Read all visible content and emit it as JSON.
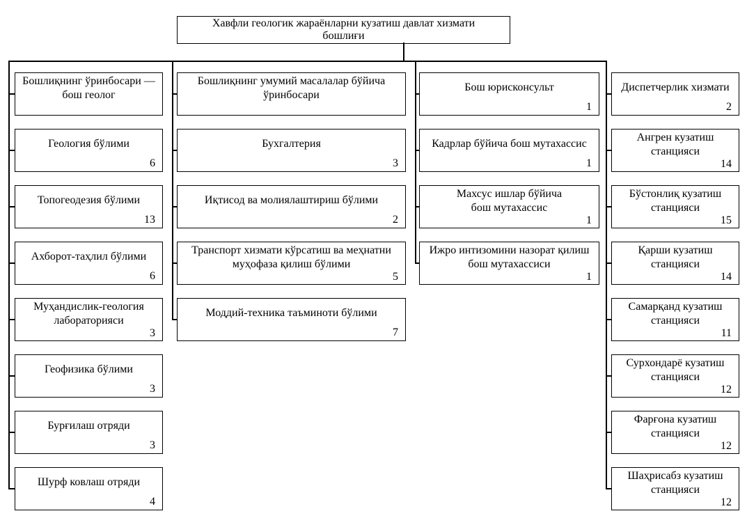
{
  "title_box": {
    "label": "Хавфли геологик жараёнларни кузатиш давлат хизмати\nбошлиғи"
  },
  "line_color": "#000000",
  "columns": [
    {
      "id": "deputy-chief-geologist",
      "boxes": [
        {
          "label": "Бошлиқнинг ўринбосари —\nбош геолог",
          "count": ""
        },
        {
          "label": "Геология бўлими",
          "count": "6"
        },
        {
          "label": "Топогеодезия бўлими",
          "count": "13"
        },
        {
          "label": "Ахборот-таҳлил бўлими",
          "count": "6"
        },
        {
          "label": "Муҳандислик-геология\nлабораторияси",
          "count": "3"
        },
        {
          "label": "Геофизика бўлими",
          "count": "3"
        },
        {
          "label": "Бурғилаш отряди",
          "count": "3"
        },
        {
          "label": "Шурф ковлаш отряди",
          "count": "4"
        }
      ]
    },
    {
      "id": "deputy-general-affairs",
      "boxes": [
        {
          "label": "Бошлиқнинг умумий масалалар бўйича\nўринбосари",
          "count": ""
        },
        {
          "label": "Бухгалтерия",
          "count": "3"
        },
        {
          "label": "Иқтисод ва молиялаштириш бўлими",
          "count": "2"
        },
        {
          "label": "Транспорт хизмати кўрсатиш ва меҳнатни\nмуҳофаза қилиш бўлими",
          "count": "5"
        },
        {
          "label": "Моддий-техника таъминоти бўлими",
          "count": "7"
        }
      ]
    },
    {
      "id": "chief-specialists",
      "boxes": [
        {
          "label": "Бош юрисконсульт",
          "count": "1"
        },
        {
          "label": "Кадрлар бўйича бош мутахассис",
          "count": "1"
        },
        {
          "label": "Махсус ишлар бўйича\nбош мутахассис",
          "count": "1"
        },
        {
          "label": "Ижро интизомини назорат қилиш\nбош мутахассиси",
          "count": "1"
        }
      ]
    },
    {
      "id": "dispatch-and-stations",
      "boxes": [
        {
          "label": "Диспетчерлик хизмати",
          "count": "2"
        },
        {
          "label": "Ангрен кузатиш\nстанцияси",
          "count": "14"
        },
        {
          "label": "Бўстонлиқ кузатиш\nстанцияси",
          "count": "15"
        },
        {
          "label": "Қарши кузатиш\nстанцияси",
          "count": "14"
        },
        {
          "label": "Самарқанд кузатиш\nстанцияси",
          "count": "11"
        },
        {
          "label": "Сурхондарё кузатиш\nстанцияси",
          "count": "12"
        },
        {
          "label": "Фарғона кузатиш\nстанцияси",
          "count": "12"
        },
        {
          "label": "Шаҳрисабз кузатиш\nстанцияси",
          "count": "12"
        }
      ]
    }
  ]
}
